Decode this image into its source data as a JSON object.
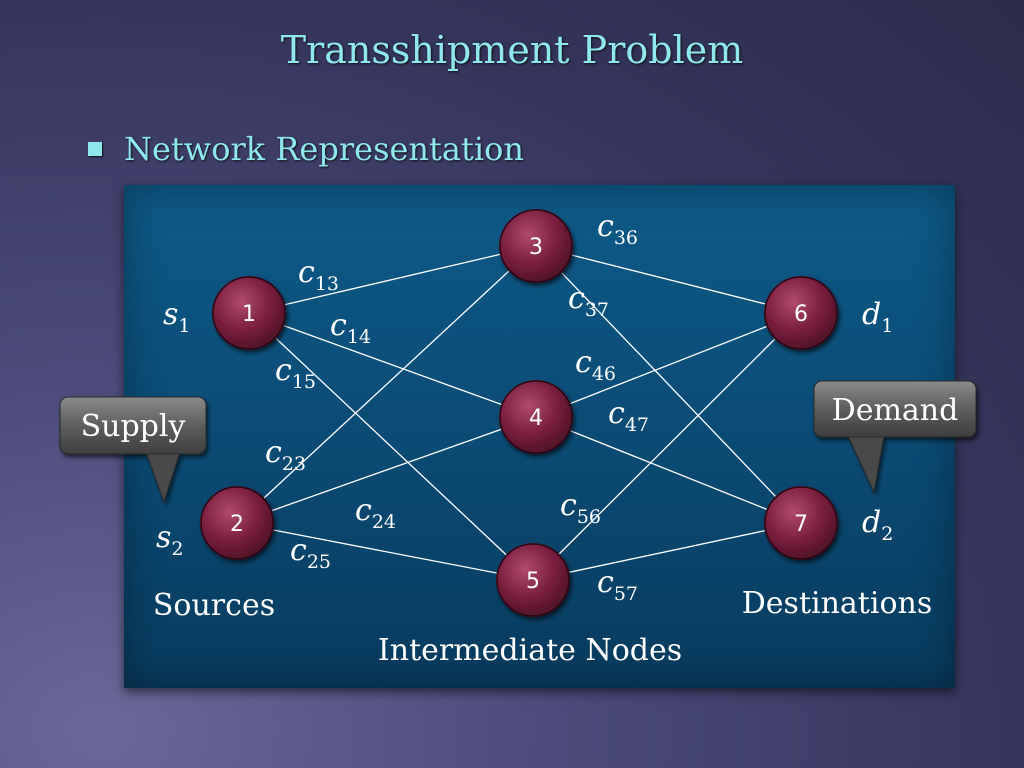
{
  "title": "Transshipment Problem",
  "bullet": "Network Representation",
  "nodes": [
    {
      "id": "1",
      "label": "1"
    },
    {
      "id": "2",
      "label": "2"
    },
    {
      "id": "3",
      "label": "3"
    },
    {
      "id": "4",
      "label": "4"
    },
    {
      "id": "5",
      "label": "5"
    },
    {
      "id": "6",
      "label": "6"
    },
    {
      "id": "7",
      "label": "7"
    }
  ],
  "edges": [
    {
      "from": "1",
      "to": "3",
      "cost": "c",
      "sub": "13"
    },
    {
      "from": "1",
      "to": "4",
      "cost": "c",
      "sub": "14"
    },
    {
      "from": "1",
      "to": "5",
      "cost": "c",
      "sub": "15"
    },
    {
      "from": "2",
      "to": "3",
      "cost": "c",
      "sub": "23"
    },
    {
      "from": "2",
      "to": "4",
      "cost": "c",
      "sub": "24"
    },
    {
      "from": "2",
      "to": "5",
      "cost": "c",
      "sub": "25"
    },
    {
      "from": "3",
      "to": "6",
      "cost": "c",
      "sub": "36"
    },
    {
      "from": "3",
      "to": "7",
      "cost": "c",
      "sub": "37"
    },
    {
      "from": "4",
      "to": "6",
      "cost": "c",
      "sub": "46"
    },
    {
      "from": "4",
      "to": "7",
      "cost": "c",
      "sub": "47"
    },
    {
      "from": "5",
      "to": "6",
      "cost": "c",
      "sub": "56"
    },
    {
      "from": "5",
      "to": "7",
      "cost": "c",
      "sub": "57"
    }
  ],
  "supplies": [
    {
      "node": "1",
      "symbol": "s",
      "sub": "1"
    },
    {
      "node": "2",
      "symbol": "s",
      "sub": "2"
    }
  ],
  "demands": [
    {
      "node": "6",
      "symbol": "d",
      "sub": "1"
    },
    {
      "node": "7",
      "symbol": "d",
      "sub": "2"
    }
  ],
  "group_labels": {
    "sources": "Sources",
    "intermediate": "Intermediate Nodes",
    "destinations": "Destinations"
  },
  "callouts": {
    "supply": "Supply",
    "demand": "Demand"
  },
  "colors": {
    "title": "#8ee8ee",
    "node_fill": "#7a1f3e",
    "panel": "#0b4e79",
    "edge": "#ffffff"
  }
}
